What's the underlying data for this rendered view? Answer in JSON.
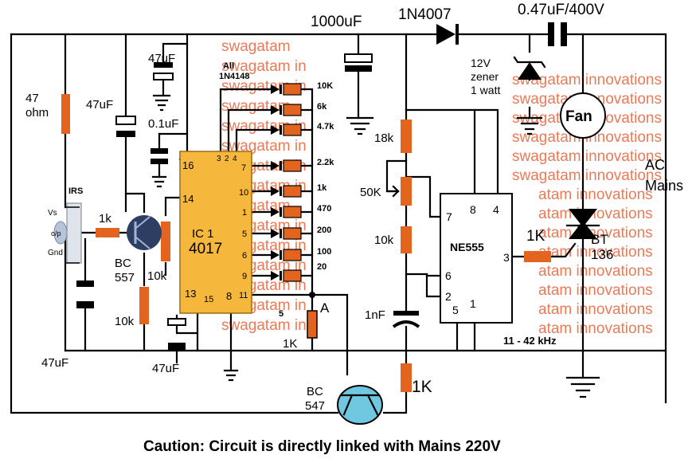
{
  "colors": {
    "wire": "#000000",
    "resistor": "#e2641e",
    "ic_fill": "#f5b73c",
    "ic_stroke": "#9c6a12",
    "watermark": "#e8633a",
    "transistor": "#6fc7e0",
    "diode": "#e2641e",
    "background": "#ffffff"
  },
  "labels": {
    "cap_top": "1000uF",
    "diode_top": "1N4007",
    "cap_mains": "0.47uF/400V",
    "cap_left_top": "47uF",
    "diode_all_line1": "All",
    "diode_all_line2": "1N4148",
    "r_47_line1": "47",
    "r_47_line2": "ohm",
    "cap_left": "47uF",
    "cap_01": "0.1uF",
    "zener_line1": "12V",
    "zener_line2": "zener",
    "zener_line3": "1 watt",
    "ic1_line1": "IC 1",
    "ic1_line2": "4017",
    "ic1_pins": {
      "p16": "16",
      "p3": "3",
      "p2": "2",
      "p4": "4",
      "p14": "14",
      "p13": "13",
      "p15": "15",
      "p8": "8",
      "p7": "7",
      "p10": "10",
      "p1": "1",
      "p5": "5",
      "p6": "6",
      "p9": "9",
      "p11": "11"
    },
    "r_ladder": [
      "10K",
      "6k",
      "4.7k",
      "2.2k",
      "1k",
      "470",
      "200",
      "100",
      "20"
    ],
    "r_18k": "18k",
    "r_50k": "50K",
    "r_10k_mid": "10k",
    "cap_1nf": "1nF",
    "r_1k_bottom": "1K",
    "ne555": "NE555",
    "ne_pins": {
      "p7": "7",
      "p8": "8",
      "p4": "4",
      "p6": "6",
      "p2": "2",
      "p5": "5",
      "p1": "1",
      "p3": "3"
    },
    "r_1k_gate": "1K",
    "triac_line1": "BT",
    "triac_line2": "136",
    "fan": "Fan",
    "ac_line1": "AC",
    "ac_line2": "Mains",
    "irs": "IRS",
    "irs_vs": "Vs",
    "irs_op": "o/p",
    "irs_gnd": "Gnd",
    "r_1k_irs": "1k",
    "bc557_line1": "BC",
    "bc557_line2": "557",
    "r_10k_a": "10k",
    "r_10k_b": "10k",
    "cap_47_bl": "47uF",
    "cap_47_bm": "47uF",
    "r_1k_ic": "1K",
    "node_a": "A",
    "r_5": "5",
    "bc547_line1": "BC",
    "bc547_line2": "547",
    "freq": "11 - 42 kHz",
    "caution": "Caution: Circuit is directly linked with Mains 220V"
  },
  "watermarks": {
    "left": [
      "swagatam",
      "swagatam in",
      "swagatam in",
      "swagatam",
      "swagatam in",
      "swagatam in",
      "swagatam in",
      "swagatam in",
      "swagatam",
      "swagatam in",
      "swagatam in",
      "swagatam in",
      "swagatam in",
      "swagatam in",
      "swagatam in"
    ],
    "right": [
      "swagatam innovations",
      "swagatam innovations",
      "swagatam innovations",
      "swagatam innovations",
      "swagatam innovations",
      "swagatam innovations",
      "atam innovations",
      "atam innovations",
      "atam innovations",
      "atam innovations",
      "atam innovations",
      "atam innovations",
      "atam innovations",
      "atam innovations"
    ]
  }
}
